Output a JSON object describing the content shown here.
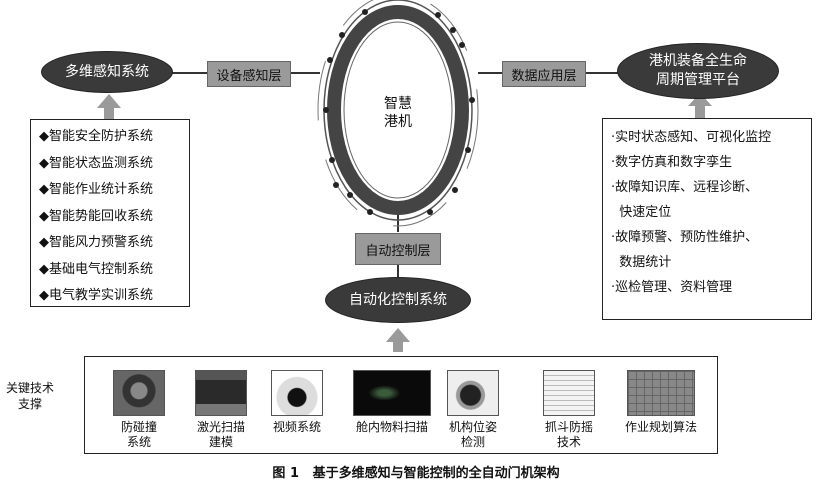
{
  "center": {
    "label": "智慧\n港机"
  },
  "left_node": {
    "label": "多维感知系统"
  },
  "right_node": {
    "label": "港机装备全生命\n周期管理平台"
  },
  "bottom_node": {
    "label": "自动化控制系统"
  },
  "layers": {
    "sensing": "设备感知层",
    "data": "数据应用层",
    "control": "自动控制层"
  },
  "left_list": [
    "◆智能安全防护系统",
    "◆智能状态监测系统",
    "◆智能作业统计系统",
    "◆智能势能回收系统",
    "◆智能风力预警系统",
    "◆基础电气控制系统",
    "◆电气教学实训系统"
  ],
  "right_list": [
    "·实时状态感知、可视化监控",
    "·数字仿真和数字孪生",
    "·故障知识库、远程诊断、",
    "  快速定位",
    "·故障预警、预防性维护、",
    "  数据统计",
    "·巡检管理、资料管理"
  ],
  "tech_side_label": "关键技术\n支撑",
  "tech_items": [
    {
      "label": "防碰撞\n系统",
      "icon": "collision-sensor-photo"
    },
    {
      "label": "激光扫描\n建模",
      "icon": "laser-scanner-photo"
    },
    {
      "label": "视频系统",
      "icon": "camera-photo"
    },
    {
      "label": "舱内物料扫描",
      "icon": "scan-image-photo"
    },
    {
      "label": "机构位姿\n检测",
      "icon": "encoder-photo"
    },
    {
      "label": "抓斗防摇\n技术",
      "icon": "document-photo"
    },
    {
      "label": "作业规划算法",
      "icon": "grid-plan-photo"
    }
  ],
  "caption": "图 1   基于多维感知与智能控制的全自动门机架构"
}
